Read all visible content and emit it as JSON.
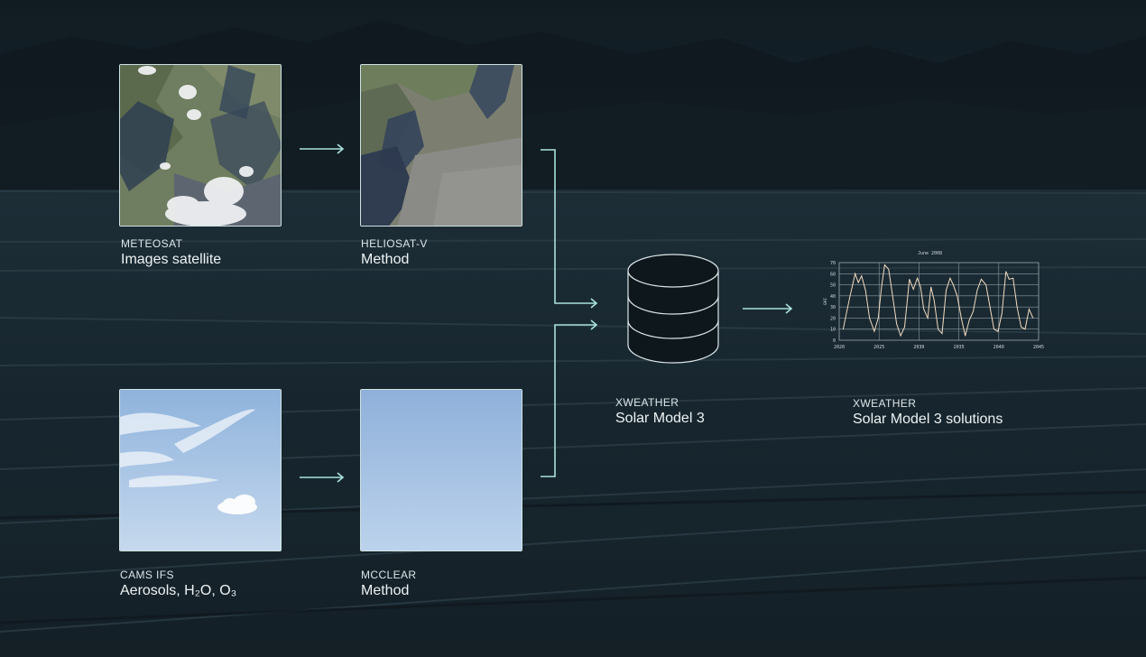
{
  "nodes": {
    "meteosat": {
      "source": "METEOSAT",
      "label": "Images satellite"
    },
    "heliosat": {
      "source": "HELIOSAT-V",
      "label": "Method"
    },
    "cams": {
      "source": "CAMS IFS",
      "label": "Aerosols, H₂O, O₃"
    },
    "mcclear": {
      "source": "MCCLEAR",
      "label": "Method"
    },
    "model": {
      "source": "XWEATHER",
      "label": "Solar Model 3"
    },
    "solutions": {
      "source": "XWEATHER",
      "label": "Solar Model 3 solutions"
    }
  },
  "icons": {
    "model": "database-icon"
  },
  "colors": {
    "arrow": "#a9e2dc",
    "text": "#e8eef0",
    "chart_line": "#f3dcc0"
  },
  "chart_data": {
    "type": "line",
    "title": "June 2008",
    "xlabel": "",
    "ylabel": "GHI",
    "xlim": [
      2020,
      2045
    ],
    "ylim": [
      0,
      70
    ],
    "x_ticks": [
      "2020",
      "2025",
      "2030",
      "2035",
      "2040",
      "2045"
    ],
    "y_ticks": [
      "0",
      "10",
      "20",
      "30",
      "40",
      "50",
      "60",
      "70"
    ],
    "grid": true,
    "series": [
      {
        "x": [
          2020.5,
          2021.3,
          2022.0,
          2022.4,
          2022.8,
          2023.3,
          2023.8,
          2024.4,
          2024.9,
          2025.3,
          2025.7,
          2026.2,
          2026.7,
          2027.2,
          2027.7,
          2028.2,
          2028.8,
          2029.3,
          2029.8,
          2030.2,
          2030.6,
          2031.1,
          2031.5,
          2031.9,
          2032.4,
          2032.9,
          2033.4,
          2033.9,
          2034.3,
          2034.8,
          2035.3,
          2035.8,
          2036.3,
          2036.8,
          2037.3,
          2037.8,
          2038.4,
          2038.9,
          2039.4,
          2039.9,
          2040.4,
          2040.9,
          2041.3,
          2041.8,
          2042.3,
          2042.8,
          2043.3,
          2043.8,
          2044.3
        ],
        "y": [
          10,
          38,
          60,
          52,
          58,
          45,
          20,
          8,
          20,
          48,
          68,
          64,
          40,
          15,
          4,
          12,
          55,
          46,
          56,
          48,
          28,
          20,
          48,
          36,
          10,
          6,
          45,
          56,
          50,
          40,
          20,
          4,
          18,
          26,
          45,
          55,
          50,
          30,
          10,
          8,
          24,
          62,
          55,
          56,
          30,
          12,
          10,
          28,
          20
        ]
      }
    ]
  }
}
